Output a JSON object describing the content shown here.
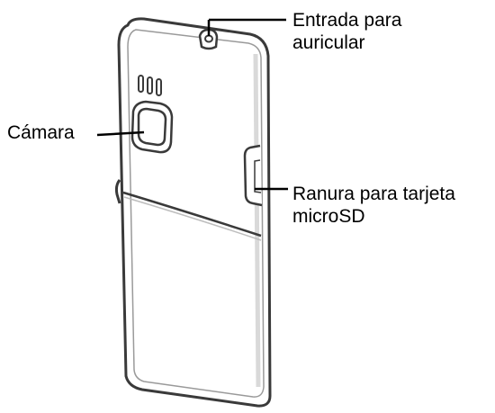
{
  "labels": {
    "earphone": {
      "line1": "Entrada para",
      "line2": "auricular"
    },
    "camera": "Cámara",
    "sd": {
      "line1": "Ranura para tarjeta",
      "line2": "microSD"
    }
  },
  "colors": {
    "outline": "#3a3a3a",
    "body_fill": "#ffffff",
    "shadow": "#d9d9d9",
    "leader": "#000000"
  }
}
